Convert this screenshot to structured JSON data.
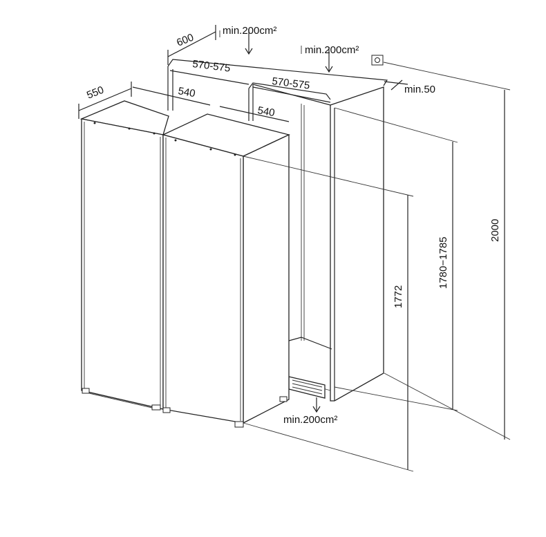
{
  "dimensions": {
    "fridge_width_left": "550",
    "fridge_depth": "540",
    "fridge_depth_right": "540",
    "niche_depth": "600",
    "niche_width_left": "570-575",
    "niche_width_right": "570-575",
    "vent_top_left": "min.200cm²",
    "vent_top_right": "min.200cm²",
    "side_gap": "min.50",
    "appliance_height": "1772",
    "niche_height": "1780−1785",
    "total_height": "2000",
    "vent_bottom": "min.200cm²"
  }
}
